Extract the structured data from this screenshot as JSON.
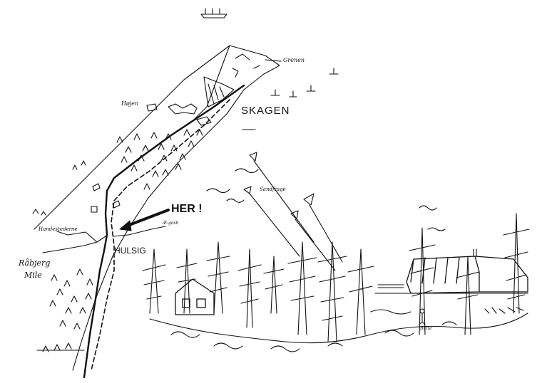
{
  "labels": {
    "skagen": "SKAGEN",
    "grenen": "Grenen",
    "hojen": "Højen",
    "sandfrage": "Sandfrage",
    "her": "HER !",
    "handestederne": "Handestederne",
    "egesh": "Æ-gesh",
    "hulsig": "HULSIG",
    "rabjerg": "Råbjerg",
    "mile": "Mile",
    "butte": "Butte"
  },
  "colors": {
    "ink": "#111111",
    "paper": "#ffffff"
  }
}
